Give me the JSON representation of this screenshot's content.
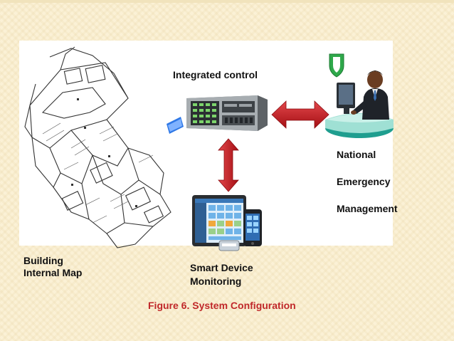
{
  "slide": {
    "integrated_control_label": "Integrated control",
    "national_label_line1": "National",
    "national_label_line2": "Emergency",
    "national_label_line3": "Management",
    "building_label_line1": "Building",
    "building_label_line2": "Internal Map",
    "smart_device_label_line1": "Smart Device",
    "smart_device_label_line2": "Monitoring",
    "figure_caption": "Figure 6. System Configuration"
  },
  "icons": {
    "server": "server-icon",
    "operator": "operator-at-desk-icon",
    "shield": "shield-icon",
    "devices": "tablet-and-phone-icon",
    "floorplan": "building-floor-plan-icon",
    "arrows": [
      "double-arrow-horizontal-icon",
      "double-arrow-vertical-icon"
    ]
  },
  "colors": {
    "background": "#fbf1d6",
    "arrow": "#c8171c",
    "caption": "#c0282a",
    "shield": "#2ea84a"
  }
}
